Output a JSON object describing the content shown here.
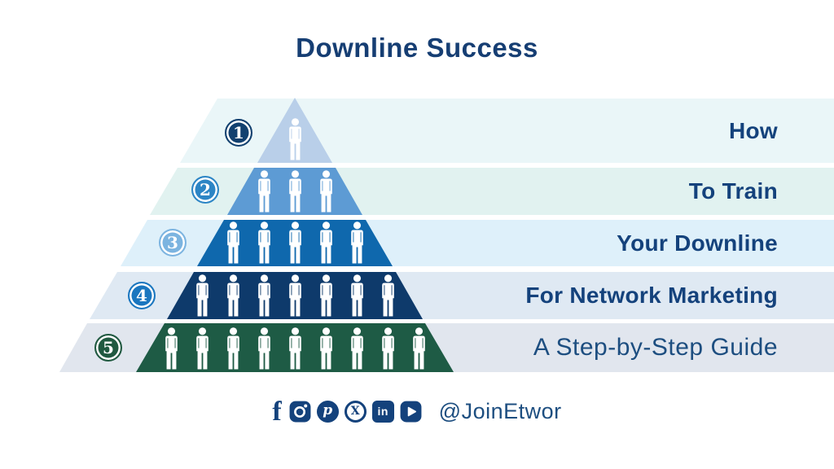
{
  "title": "Downline Success",
  "levels": [
    {
      "number": "1",
      "label": "How",
      "people_count": 1,
      "level_color": "#b9cfe9",
      "band_color": "#eaf6f8",
      "badge_color": "#12406f"
    },
    {
      "number": "2",
      "label": "To Train",
      "people_count": 3,
      "level_color": "#5d9bd4",
      "band_color": "#e1f2f0",
      "badge_color": "#2c85c5"
    },
    {
      "number": "3",
      "label": "Your Downline",
      "people_count": 5,
      "level_color": "#0f68ad",
      "band_color": "#def0fa",
      "badge_color": "#7cb4e0"
    },
    {
      "number": "4",
      "label": "For Network Marketing",
      "people_count": 7,
      "level_color": "#0e3a6b",
      "band_color": "#dfe9f3",
      "badge_color": "#1a76bf"
    },
    {
      "number": "5",
      "label": "A Step-by-Step Guide",
      "people_count": 9,
      "level_color": "#1e5b45",
      "band_color": "#e1e6ee",
      "badge_color": "#205940"
    }
  ],
  "footer": {
    "handle": "@JoinEtwor",
    "icons": [
      "facebook-icon",
      "instagram-icon",
      "pinterest-icon",
      "x-icon",
      "linkedin-icon",
      "youtube-icon"
    ],
    "linkedin_text": "in",
    "x_text": "X",
    "pinterest_text": "p",
    "facebook_text": "f"
  },
  "colors": {
    "background": "#ffffff",
    "title_text": "#163e73",
    "label_text": "#14427c",
    "person_icon": "#ffffff",
    "social_icon": "#14427c"
  }
}
